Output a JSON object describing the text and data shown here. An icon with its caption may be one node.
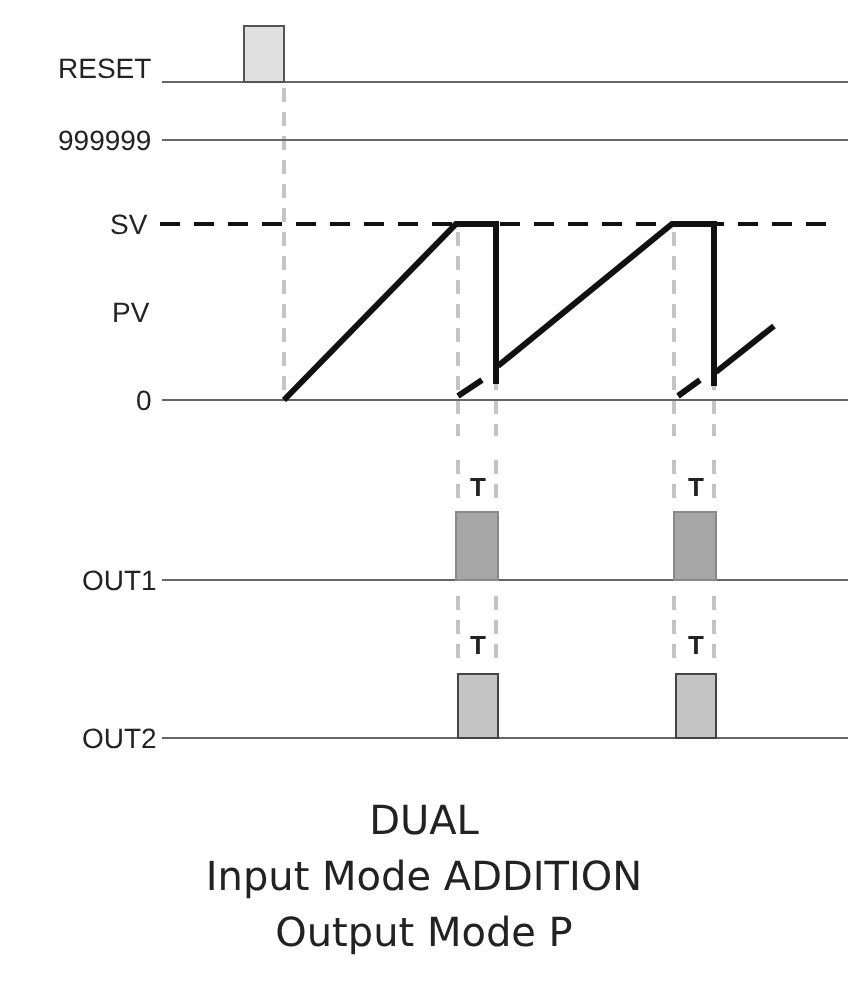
{
  "diagram": {
    "labels": [
      "RESET",
      "999999",
      "SV",
      "PV",
      "0",
      "T",
      "T",
      "OUT1",
      "T",
      "T",
      "OUT2",
      "DUAL",
      "Input Mode ADDITION",
      "Output Mode P"
    ]
  }
}
